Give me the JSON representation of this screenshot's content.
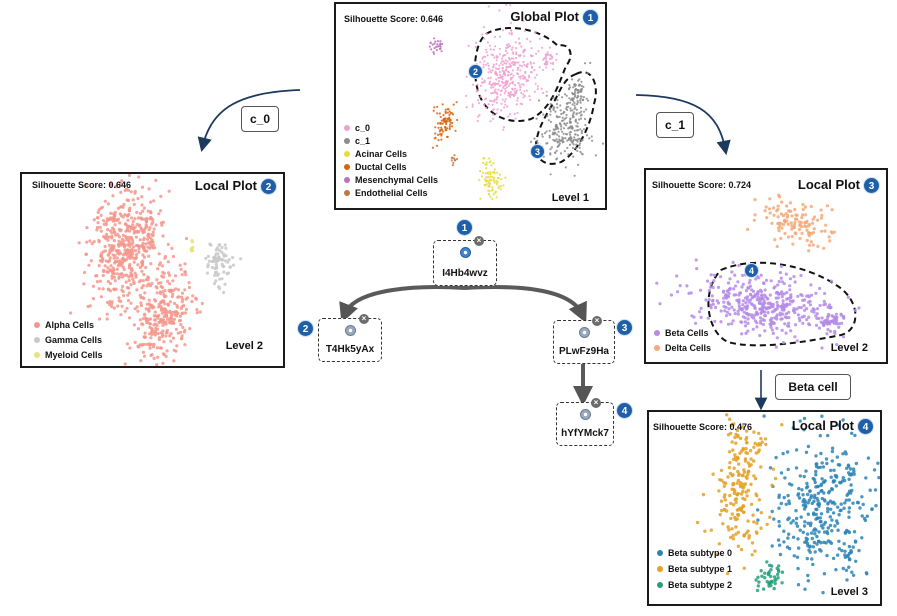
{
  "global_plot": {
    "silhouette": "Silhouette Score: 0.646",
    "title": "Global Plot",
    "badge": "1",
    "level": "Level 1",
    "legend": [
      {
        "label": "c_0",
        "color": "#f0a0d0"
      },
      {
        "label": "c_1",
        "color": "#8c8c8c"
      },
      {
        "label": "Acinar Cells",
        "color": "#e6dc3a"
      },
      {
        "label": "Ductal Cells",
        "color": "#d8640a"
      },
      {
        "label": "Mesenchymal Cells",
        "color": "#c070c0"
      },
      {
        "label": "Endothelial Cells",
        "color": "#c07840"
      }
    ],
    "region_badges": [
      "2",
      "3"
    ]
  },
  "local_plot_2": {
    "silhouette": "Silhouette Score: 0.646",
    "title": "Local Plot",
    "badge": "2",
    "level": "Level 2",
    "legend": [
      {
        "label": "Alpha Cells",
        "color": "#f4968c"
      },
      {
        "label": "Gamma Cells",
        "color": "#c8c8c8"
      },
      {
        "label": "Myeloid Cells",
        "color": "#e4e47a"
      }
    ]
  },
  "local_plot_3": {
    "silhouette": "Silhouette Score: 0.724",
    "title": "Local Plot",
    "badge": "3",
    "level": "Level 2",
    "legend": [
      {
        "label": "Beta Cells",
        "color": "#b48ce6"
      },
      {
        "label": "Delta Cells",
        "color": "#f5a878"
      }
    ],
    "region_badges": [
      "4"
    ]
  },
  "local_plot_4": {
    "silhouette": "Silhouette Score: 0.476",
    "title": "Local Plot",
    "badge": "4",
    "level": "Level 3",
    "legend": [
      {
        "label": "Beta subtype 0",
        "color": "#2b84b5"
      },
      {
        "label": "Beta subtype 1",
        "color": "#e3a126"
      },
      {
        "label": "Beta subtype 2",
        "color": "#24a079"
      }
    ]
  },
  "edges": {
    "c0": "c_0",
    "c1": "c_1",
    "beta": "Beta cell"
  },
  "tree": {
    "nodes": [
      {
        "id": "I4Hb4wvz",
        "badge": "1"
      },
      {
        "id": "T4Hk5yAx",
        "badge": "2"
      },
      {
        "id": "PLwFz9Ha",
        "badge": "3"
      },
      {
        "id": "hYfYMck7",
        "badge": "4"
      }
    ],
    "close_glyph": "×"
  }
}
